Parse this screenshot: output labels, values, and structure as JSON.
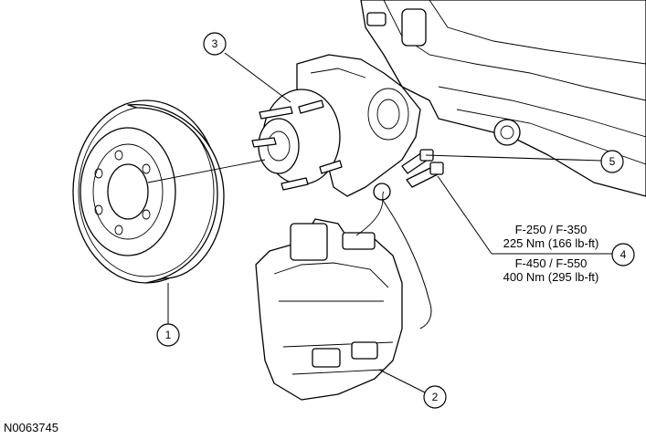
{
  "figure_id": "N0063745",
  "callouts": {
    "c1": "1",
    "c2": "2",
    "c3": "3",
    "c4": "4",
    "c5": "5"
  },
  "torque_spec": {
    "line1": "F-250 / F-350",
    "line2": "225 Nm (166 lb-ft)",
    "line3": "F-450 / F-550",
    "line4": "400 Nm (295 lb-ft)"
  }
}
